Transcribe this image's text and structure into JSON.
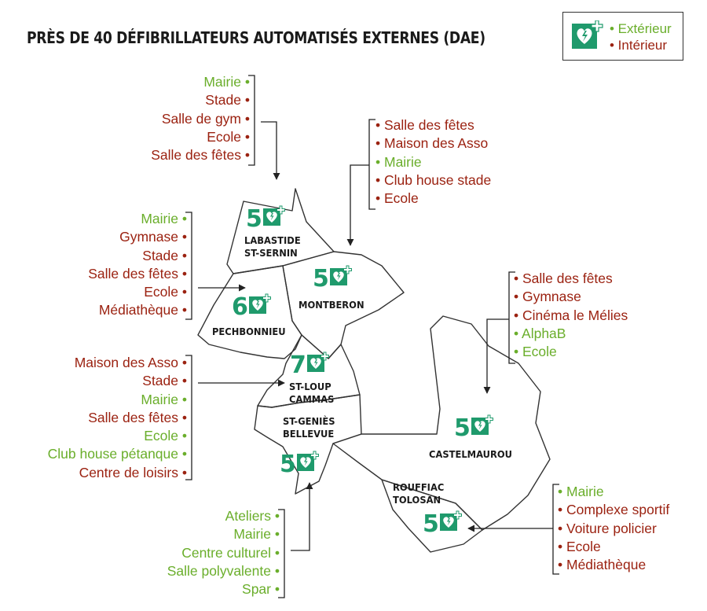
{
  "title": "PRÈS DE 40 DÉFIBRILLATEURS AUTOMATISÉS EXTERNES (DAE)",
  "colors": {
    "exterieur": "#6aae2b",
    "interieur": "#9b2211",
    "badge": "#1f9a6c",
    "outline": "#333333"
  },
  "legend": {
    "icon": "defibrillator-heart-icon",
    "items": [
      {
        "label": "• Extérieur",
        "type": "ext"
      },
      {
        "label": "• Intérieur",
        "type": "int"
      }
    ]
  },
  "communes": [
    {
      "id": "labastide",
      "name_lines": [
        "LABASTIDE",
        "ST-SERNIN"
      ],
      "count": "5",
      "sites": [
        {
          "label": "Mairie •",
          "type": "ext"
        },
        {
          "label": "Stade •",
          "type": "int"
        },
        {
          "label": "Salle de gym •",
          "type": "int"
        },
        {
          "label": "Ecole •",
          "type": "int"
        },
        {
          "label": "Salle des fêtes •",
          "type": "int"
        }
      ]
    },
    {
      "id": "montberon",
      "name_lines": [
        "MONTBERON"
      ],
      "count": "5",
      "sites": [
        {
          "label": "• Salle des fêtes",
          "type": "int"
        },
        {
          "label": "• Maison des Asso",
          "type": "int"
        },
        {
          "label": "• Mairie",
          "type": "ext"
        },
        {
          "label": "• Club house stade",
          "type": "int"
        },
        {
          "label": "• Ecole",
          "type": "int"
        }
      ]
    },
    {
      "id": "pechbonnieu",
      "name_lines": [
        "PECHBONNIEU"
      ],
      "count": "6",
      "sites": [
        {
          "label": "Mairie •",
          "type": "ext"
        },
        {
          "label": "Gymnase •",
          "type": "int"
        },
        {
          "label": "Stade •",
          "type": "int"
        },
        {
          "label": "Salle des fêtes •",
          "type": "int"
        },
        {
          "label": "Ecole •",
          "type": "int"
        },
        {
          "label": "Médiathèque •",
          "type": "int"
        }
      ]
    },
    {
      "id": "stloup",
      "name_lines": [
        "ST-LOUP",
        "CAMMAS"
      ],
      "count": "7",
      "sites": [
        {
          "label": "Maison des Asso •",
          "type": "int"
        },
        {
          "label": "Stade •",
          "type": "int"
        },
        {
          "label": "Mairie •",
          "type": "ext"
        },
        {
          "label": "Salle des fêtes •",
          "type": "int"
        },
        {
          "label": "Ecole •",
          "type": "ext"
        },
        {
          "label": "Club house pétanque •",
          "type": "ext"
        },
        {
          "label": "Centre de loisirs •",
          "type": "int"
        }
      ]
    },
    {
      "id": "stgenies",
      "name_lines": [
        "ST-GENIÈS",
        "BELLEVUE"
      ],
      "count": "5",
      "sites": [
        {
          "label": "Ateliers •",
          "type": "ext"
        },
        {
          "label": "Mairie •",
          "type": "ext"
        },
        {
          "label": "Centre culturel •",
          "type": "ext"
        },
        {
          "label": "Salle polyvalente •",
          "type": "ext"
        },
        {
          "label": "Spar •",
          "type": "ext"
        }
      ]
    },
    {
      "id": "castelmaurou",
      "name_lines": [
        "CASTELMAUROU"
      ],
      "count": "5",
      "sites": [
        {
          "label": "• Salle des fêtes",
          "type": "int"
        },
        {
          "label": "• Gymnase",
          "type": "int"
        },
        {
          "label": "• Cinéma le Mélies",
          "type": "int"
        },
        {
          "label": "• AlphaB",
          "type": "ext"
        },
        {
          "label": "• Ecole",
          "type": "ext"
        }
      ]
    },
    {
      "id": "rouffiac",
      "name_lines": [
        "ROUFFIAC",
        "TOLOSAN"
      ],
      "count": "5",
      "sites": [
        {
          "label": "• Mairie",
          "type": "ext"
        },
        {
          "label": "• Complexe sportif",
          "type": "int"
        },
        {
          "label": "• Voiture policier",
          "type": "int"
        },
        {
          "label": "• Ecole",
          "type": "int"
        },
        {
          "label": "• Médiathèque",
          "type": "int"
        }
      ]
    }
  ]
}
